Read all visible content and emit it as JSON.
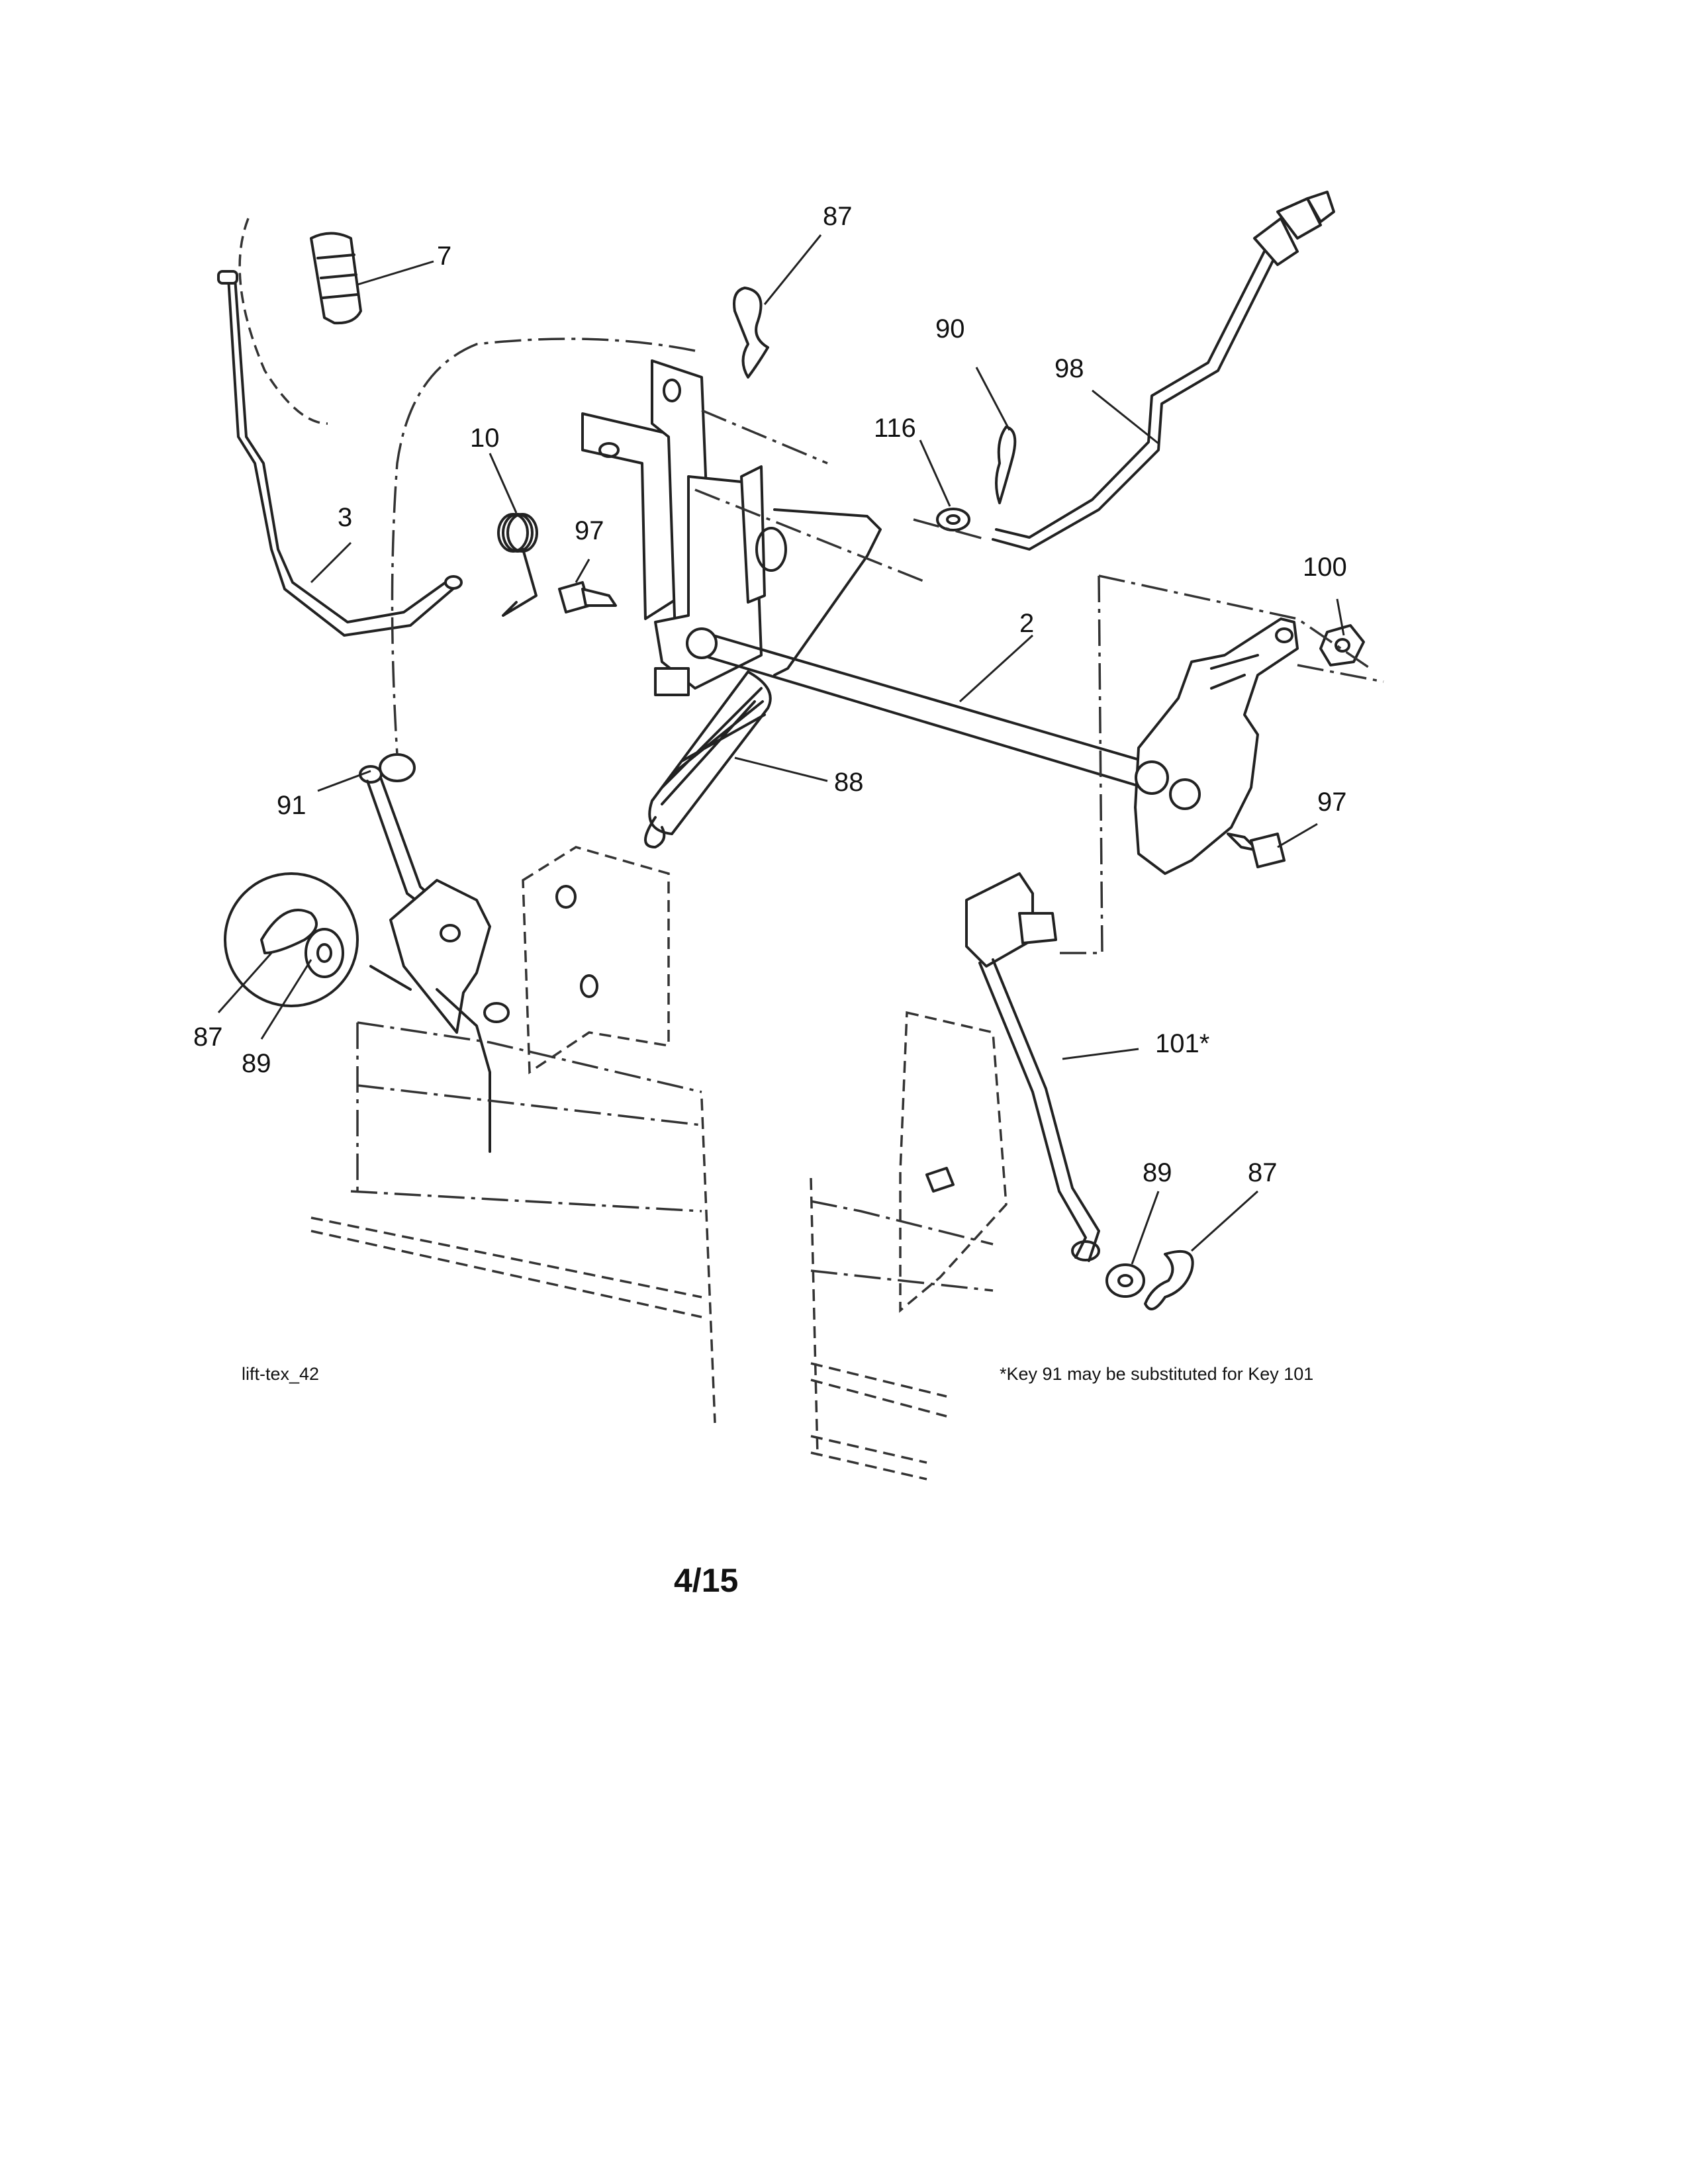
{
  "diagram": {
    "callouts": [
      "87",
      "7",
      "90",
      "98",
      "116",
      "10",
      "97",
      "3",
      "100",
      "2",
      "91",
      "88",
      "97",
      "87",
      "89",
      "101*",
      "89",
      "87"
    ],
    "drawing_id": "lift-tex_42",
    "footnote": "*Key 91 may be substituted for Key 101",
    "page_number": "4/15"
  }
}
